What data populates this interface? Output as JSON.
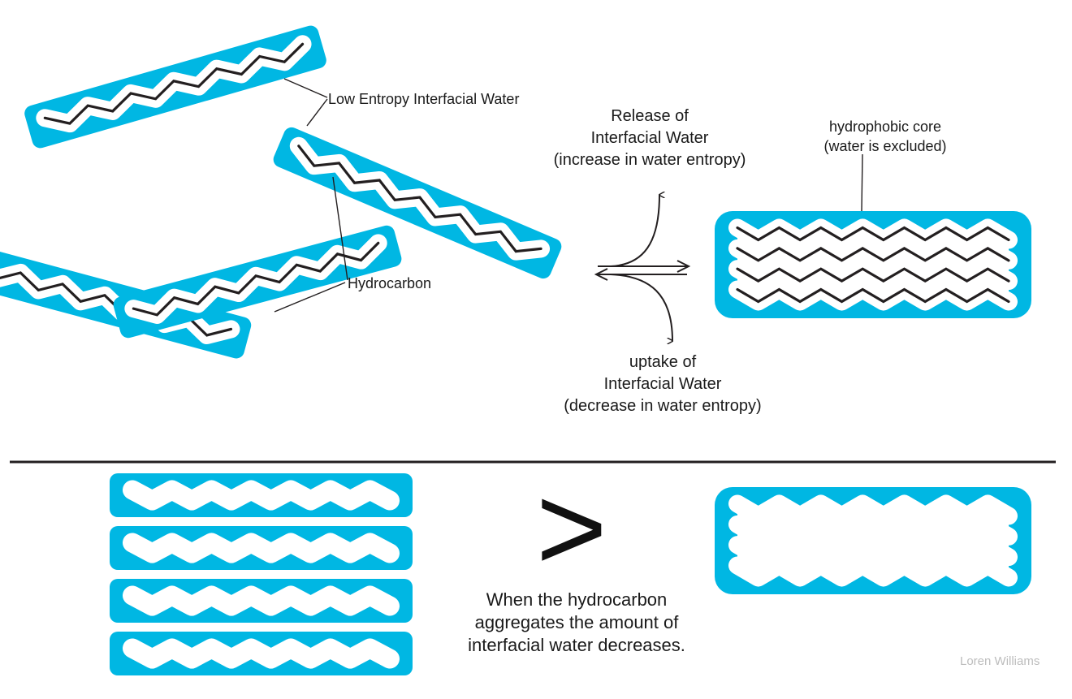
{
  "colors": {
    "water": "#00b7e3",
    "chain": "#231f20",
    "background": "#ffffff",
    "credit_text": "#bdbdbd"
  },
  "labels": {
    "low_entropy_water": "Low Entropy Interfacial Water",
    "hydrocarbon": "Hydrocarbon",
    "release_line1": "Release of",
    "release_line2": "Interfacial Water",
    "release_line3": "(increase in water entropy)",
    "uptake_line1": "uptake of",
    "uptake_line2": "Interfacial Water",
    "uptake_line3": "(decrease in water entropy)",
    "core_line1": "hydrophobic core",
    "core_line2": "(water is excluded)",
    "greater_than": ">",
    "conclusion_line1": "When the hydrocarbon",
    "conclusion_line2": "aggregates the amount of",
    "conclusion_line3": "interfacial water decreases.",
    "credit": "Loren Williams"
  }
}
